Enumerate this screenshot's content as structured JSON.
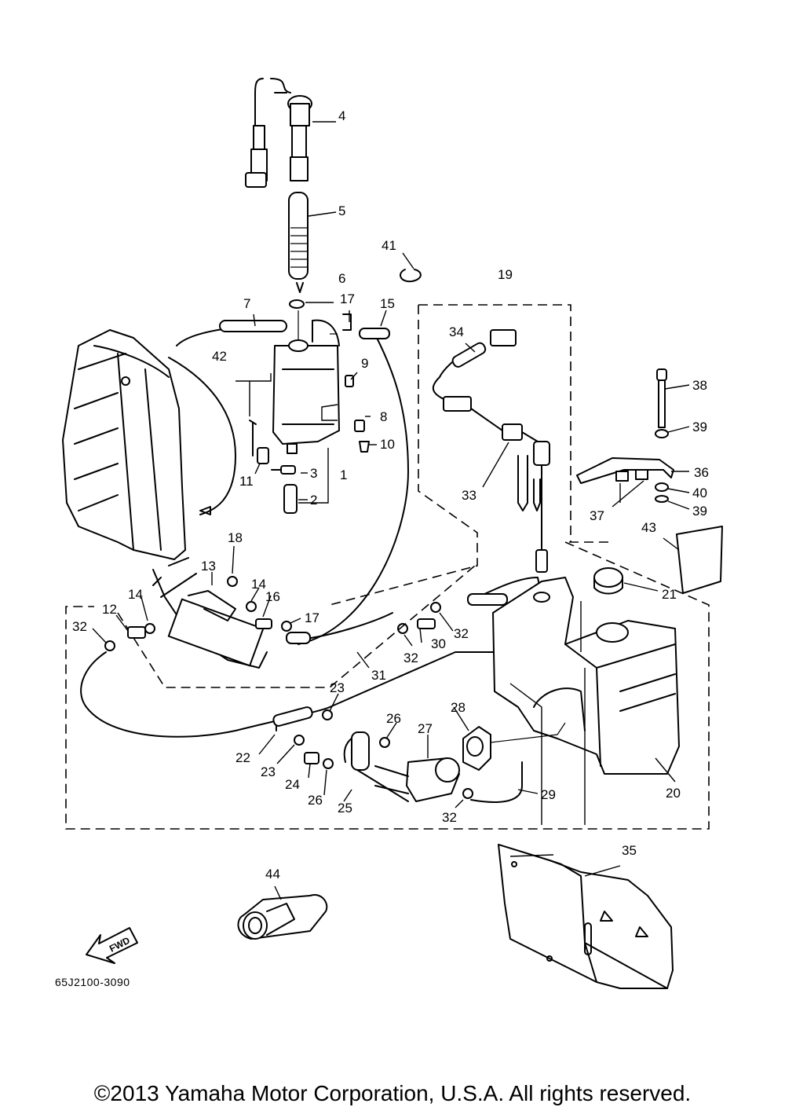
{
  "diagram": {
    "code": "65J2100-3090",
    "copyright": "©2013 Yamaha Motor Corporation, U.S.A. All rights reserved.",
    "fwd_label": "FWD",
    "callouts": [
      "1",
      "2",
      "3",
      "4",
      "5",
      "6",
      "7",
      "8",
      "9",
      "10",
      "11",
      "12",
      "13",
      "14",
      "15",
      "16",
      "17",
      "18",
      "19",
      "20",
      "21",
      "22",
      "23",
      "24",
      "25",
      "26",
      "27",
      "28",
      "29",
      "30",
      "31",
      "32",
      "33",
      "34",
      "35",
      "36",
      "37",
      "38",
      "39",
      "40",
      "41",
      "42",
      "43",
      "44"
    ]
  }
}
